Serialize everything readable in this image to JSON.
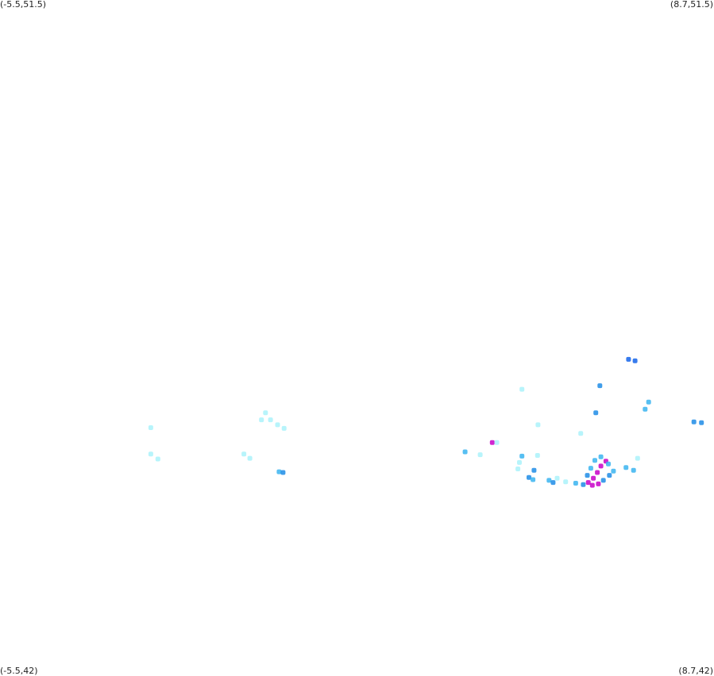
{
  "corners": {
    "top_left": "(-5.5,51.5)",
    "top_right": "(8.7,51.5)",
    "bottom_left": "(-5.5,42)",
    "bottom_right": "(8.7,42)"
  },
  "bounds": {
    "lon_min": -5.5,
    "lon_max": 8.7,
    "lat_min": 42,
    "lat_max": 51.5
  },
  "palette": {
    "pale_cyan": "#aaf2fa",
    "light_blue": "#3ab4f0",
    "mid_blue": "#1e8ce6",
    "deep_blue": "#1464ea",
    "magenta": "#c800c8"
  },
  "chart_data": {
    "type": "scatter",
    "x_range": [
      -5.5,
      8.7
    ],
    "y_range": [
      42,
      51.5
    ],
    "points": [
      {
        "lon": 7.0,
        "lat": 46.45,
        "cat": "deep_blue"
      },
      {
        "lon": 7.13,
        "lat": 46.43,
        "cat": "deep_blue"
      },
      {
        "lon": 6.43,
        "lat": 46.08,
        "cat": "mid_blue"
      },
      {
        "lon": 4.88,
        "lat": 46.03,
        "cat": "pale_cyan"
      },
      {
        "lon": 7.4,
        "lat": 45.85,
        "cat": "light_blue"
      },
      {
        "lon": 7.33,
        "lat": 45.75,
        "cat": "light_blue"
      },
      {
        "lon": 6.35,
        "lat": 45.7,
        "cat": "mid_blue"
      },
      {
        "lon": 8.3,
        "lat": 45.57,
        "cat": "mid_blue"
      },
      {
        "lon": 8.45,
        "lat": 45.56,
        "cat": "mid_blue"
      },
      {
        "lon": 5.2,
        "lat": 45.53,
        "cat": "pale_cyan"
      },
      {
        "lon": 6.05,
        "lat": 45.41,
        "cat": "pale_cyan"
      },
      {
        "lon": -0.22,
        "lat": 45.7,
        "cat": "pale_cyan"
      },
      {
        "lon": -0.12,
        "lat": 45.6,
        "cat": "pale_cyan"
      },
      {
        "lon": 0.02,
        "lat": 45.53,
        "cat": "pale_cyan"
      },
      {
        "lon": 0.15,
        "lat": 45.48,
        "cat": "pale_cyan"
      },
      {
        "lon": -0.3,
        "lat": 45.6,
        "cat": "pale_cyan"
      },
      {
        "lon": -2.5,
        "lat": 45.49,
        "cat": "pale_cyan"
      },
      {
        "lon": -2.5,
        "lat": 45.12,
        "cat": "pale_cyan"
      },
      {
        "lon": -2.36,
        "lat": 45.05,
        "cat": "pale_cyan"
      },
      {
        "lon": -0.65,
        "lat": 45.12,
        "cat": "pale_cyan"
      },
      {
        "lon": -0.53,
        "lat": 45.06,
        "cat": "pale_cyan"
      },
      {
        "lon": 0.05,
        "lat": 44.87,
        "cat": "light_blue"
      },
      {
        "lon": 0.13,
        "lat": 44.86,
        "cat": "mid_blue"
      },
      {
        "lon": 3.75,
        "lat": 45.15,
        "cat": "light_blue"
      },
      {
        "lon": 4.05,
        "lat": 45.11,
        "cat": "pale_cyan"
      },
      {
        "lon": 4.29,
        "lat": 45.28,
        "cat": "magenta"
      },
      {
        "lon": 4.38,
        "lat": 45.28,
        "cat": "pale_cyan"
      },
      {
        "lon": 4.88,
        "lat": 45.09,
        "cat": "light_blue"
      },
      {
        "lon": 4.83,
        "lat": 45.0,
        "cat": "pale_cyan"
      },
      {
        "lon": 4.8,
        "lat": 44.91,
        "cat": "pale_cyan"
      },
      {
        "lon": 5.19,
        "lat": 45.1,
        "cat": "pale_cyan"
      },
      {
        "lon": 5.12,
        "lat": 44.89,
        "cat": "mid_blue"
      },
      {
        "lon": 5.02,
        "lat": 44.79,
        "cat": "mid_blue"
      },
      {
        "lon": 5.1,
        "lat": 44.76,
        "cat": "light_blue"
      },
      {
        "lon": 5.42,
        "lat": 44.75,
        "cat": "light_blue"
      },
      {
        "lon": 5.5,
        "lat": 44.72,
        "cat": "mid_blue"
      },
      {
        "lon": 5.58,
        "lat": 44.78,
        "cat": "pale_cyan"
      },
      {
        "lon": 5.75,
        "lat": 44.73,
        "cat": "pale_cyan"
      },
      {
        "lon": 5.95,
        "lat": 44.71,
        "cat": "light_blue"
      },
      {
        "lon": 6.1,
        "lat": 44.69,
        "cat": "mid_blue"
      },
      {
        "lon": 6.2,
        "lat": 44.72,
        "cat": "magenta"
      },
      {
        "lon": 6.3,
        "lat": 44.78,
        "cat": "magenta"
      },
      {
        "lon": 6.38,
        "lat": 44.86,
        "cat": "magenta"
      },
      {
        "lon": 6.45,
        "lat": 44.95,
        "cat": "magenta"
      },
      {
        "lon": 6.55,
        "lat": 45.02,
        "cat": "magenta"
      },
      {
        "lon": 6.25,
        "lat": 44.92,
        "cat": "light_blue"
      },
      {
        "lon": 6.33,
        "lat": 45.03,
        "cat": "light_blue"
      },
      {
        "lon": 6.45,
        "lat": 45.08,
        "cat": "light_blue"
      },
      {
        "lon": 6.6,
        "lat": 44.98,
        "cat": "light_blue"
      },
      {
        "lon": 6.7,
        "lat": 44.88,
        "cat": "light_blue"
      },
      {
        "lon": 6.62,
        "lat": 44.82,
        "cat": "mid_blue"
      },
      {
        "lon": 6.5,
        "lat": 44.75,
        "cat": "mid_blue"
      },
      {
        "lon": 6.4,
        "lat": 44.7,
        "cat": "magenta"
      },
      {
        "lon": 6.28,
        "lat": 44.68,
        "cat": "magenta"
      },
      {
        "lon": 6.18,
        "lat": 44.82,
        "cat": "mid_blue"
      },
      {
        "lon": 6.95,
        "lat": 44.93,
        "cat": "light_blue"
      },
      {
        "lon": 7.18,
        "lat": 45.06,
        "cat": "pale_cyan"
      },
      {
        "lon": 7.1,
        "lat": 44.89,
        "cat": "light_blue"
      }
    ]
  }
}
